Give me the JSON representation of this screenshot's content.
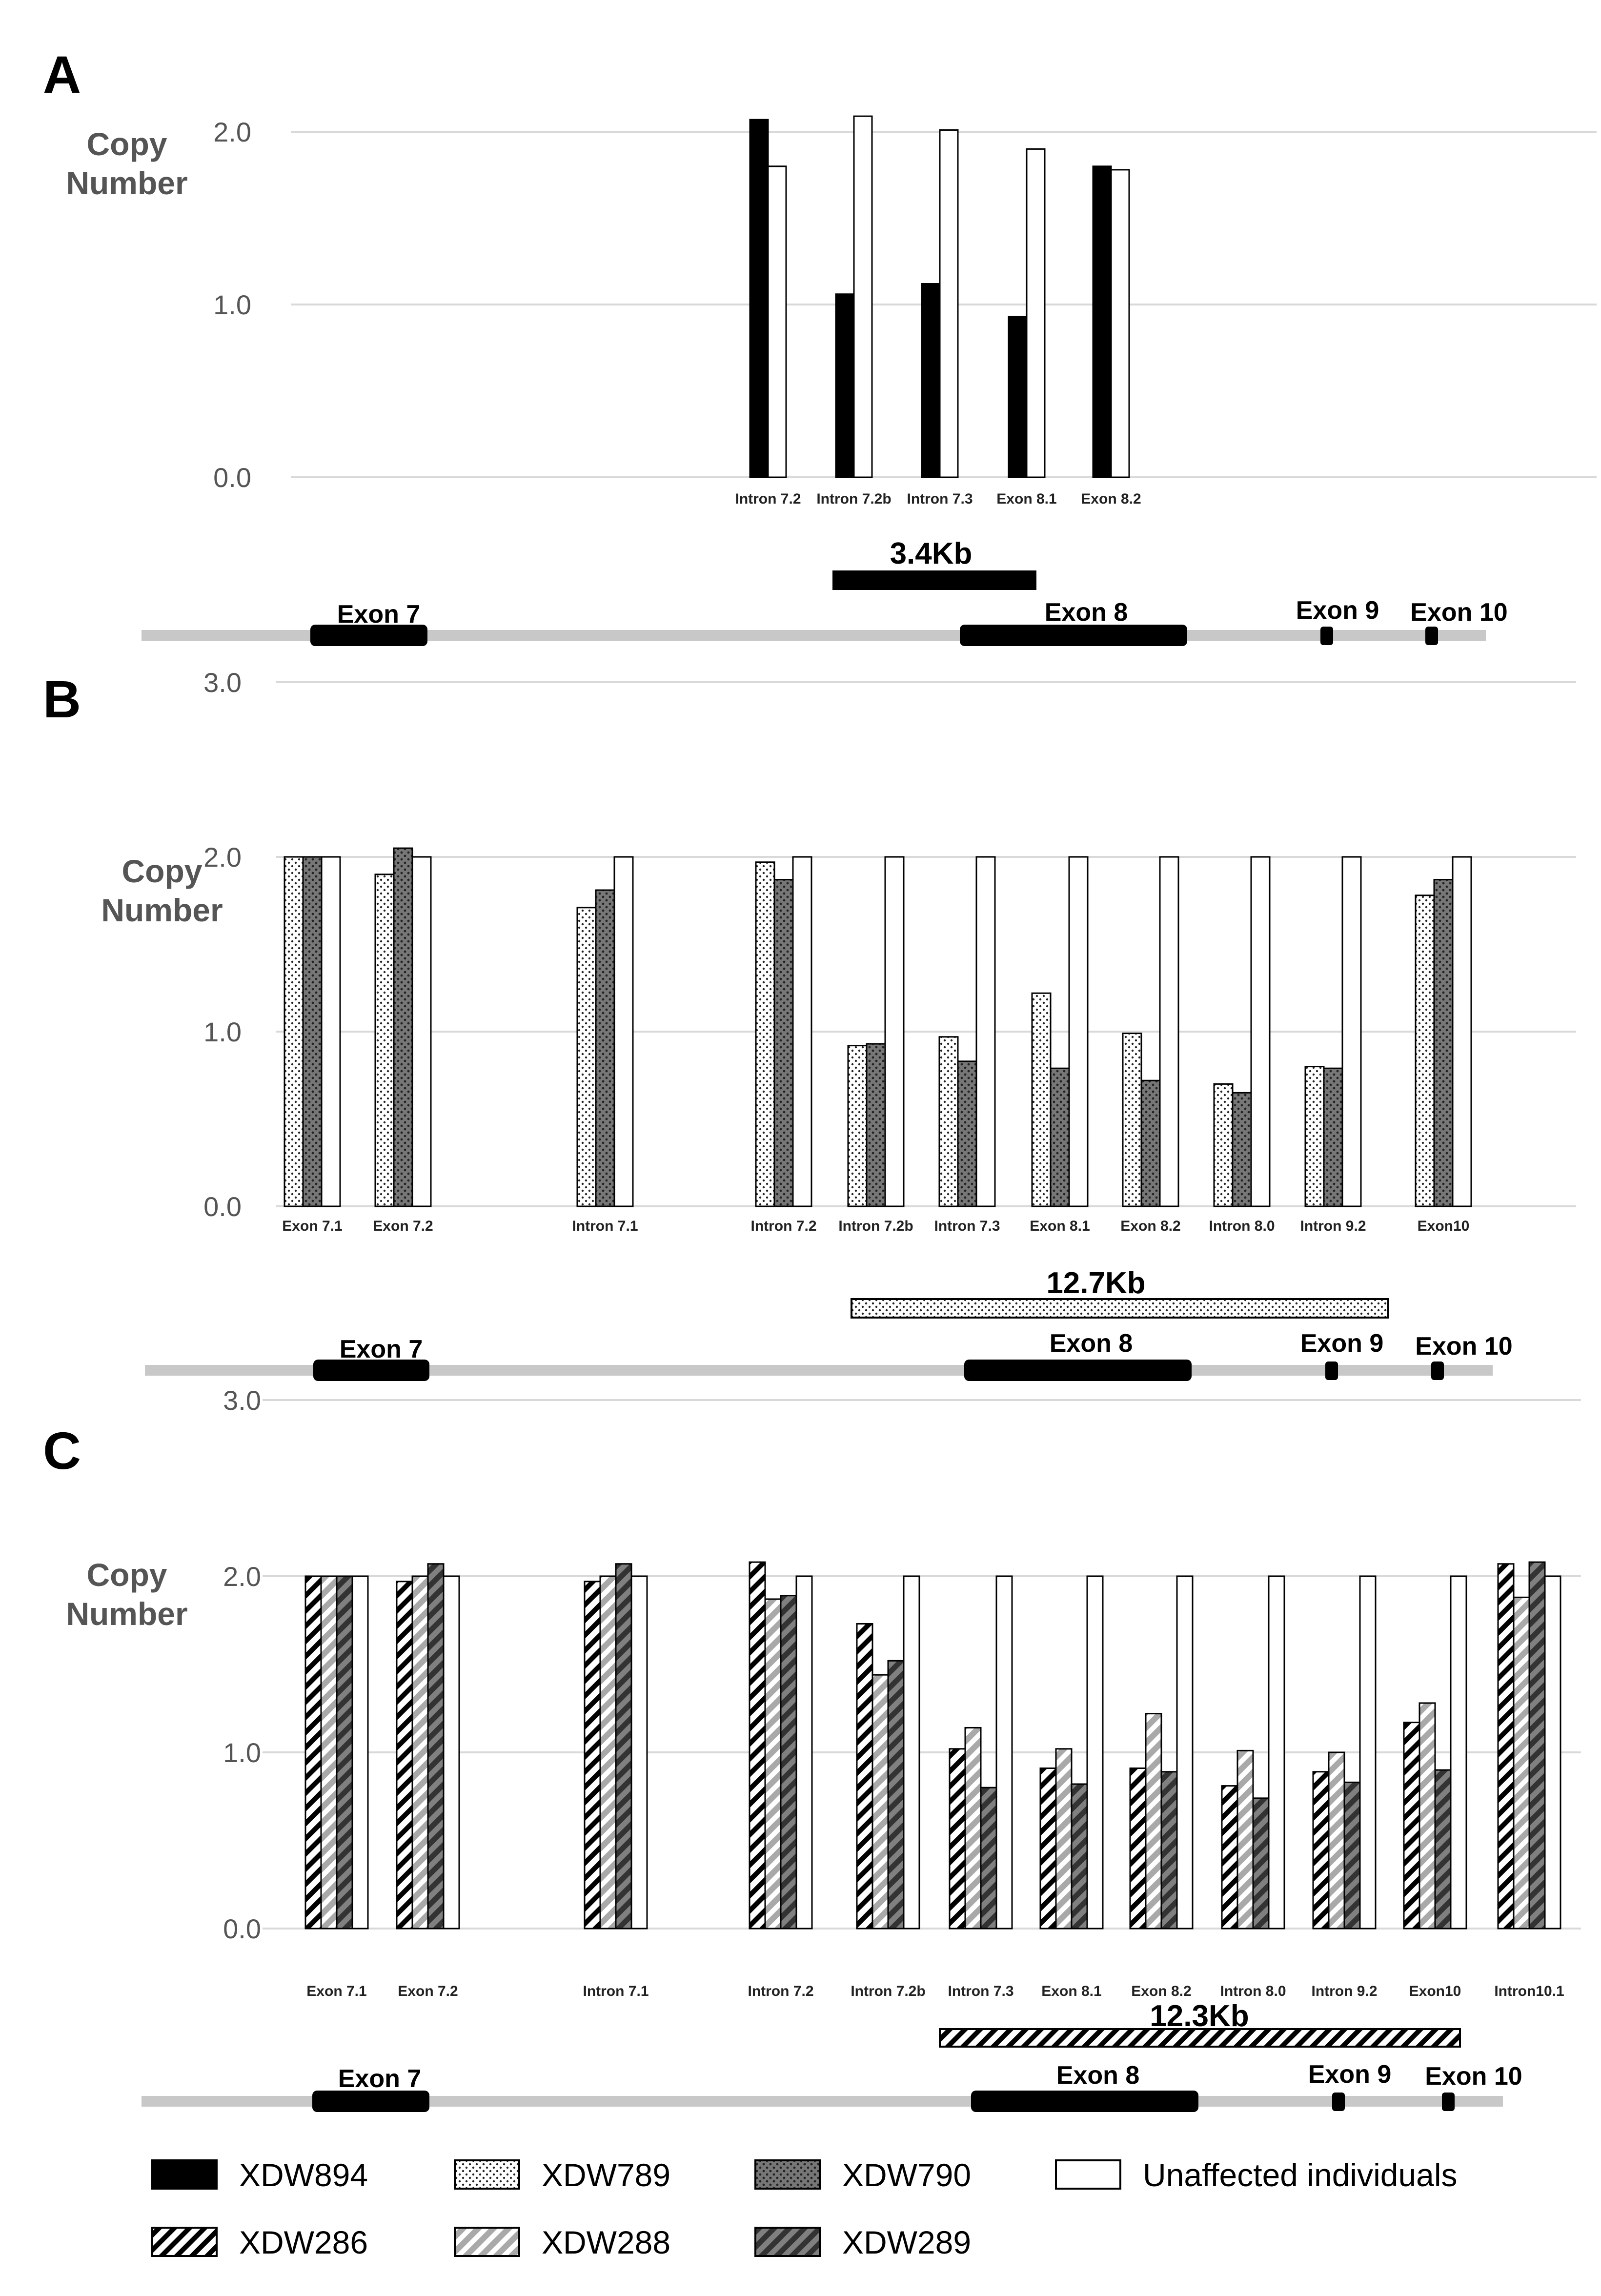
{
  "panels": [
    {
      "label": "A",
      "ylabel": [
        "Copy",
        "Number"
      ],
      "yticks": [
        "0.0",
        "1.0",
        "2.0"
      ],
      "ylim": [
        0,
        2.0
      ],
      "categories": [
        "Intron 7.2",
        "Intron 7.2b",
        "Intron 7.3",
        "Exon 8.1",
        "Exon 8.2"
      ],
      "series": [
        {
          "name": "XDW894",
          "style": "solid-black",
          "values": [
            2.07,
            1.06,
            1.12,
            0.93,
            1.8
          ]
        },
        {
          "name": "Unaffected individuals",
          "style": "white",
          "values": [
            1.8,
            2.09,
            2.01,
            1.9,
            1.78
          ]
        }
      ],
      "span_label": "3.4Kb",
      "gene_features": [
        "Exon 7",
        "Exon 8",
        "Exon 9",
        "Exon 10"
      ]
    },
    {
      "label": "B",
      "ylabel": [
        "Copy",
        "Number"
      ],
      "yticks": [
        "0.0",
        "1.0",
        "2.0",
        "3.0"
      ],
      "ylim": [
        0,
        3.0
      ],
      "categories": [
        "Exon 7.1",
        "Exon 7.2",
        "Intron 7.1",
        "Intron 7.2",
        "Intron  7.2b",
        "Intron 7.3",
        "Exon 8.1",
        "Exon 8.2",
        "Intron 8.0",
        "Intron 9.2",
        "Exon10"
      ],
      "series": [
        {
          "name": "XDW789",
          "style": "dots-light",
          "values": [
            2.0,
            1.9,
            1.71,
            1.97,
            0.92,
            0.97,
            1.22,
            0.99,
            0.7,
            0.8,
            1.78
          ]
        },
        {
          "name": "XDW790",
          "style": "dots-dark",
          "values": [
            2.0,
            2.05,
            1.81,
            1.87,
            0.93,
            0.83,
            0.79,
            0.72,
            0.65,
            0.79,
            1.87
          ]
        },
        {
          "name": "Unaffected individuals",
          "style": "white",
          "values": [
            2.0,
            2.0,
            2.0,
            2.0,
            2.0,
            2.0,
            2.0,
            2.0,
            2.0,
            2.0,
            2.0
          ]
        }
      ],
      "span_label": "12.7Kb",
      "gene_features": [
        "Exon 7",
        "Exon 8",
        "Exon 9",
        "Exon 10"
      ]
    },
    {
      "label": "C",
      "ylabel": [
        "Copy",
        "Number"
      ],
      "yticks": [
        "0.0",
        "1.0",
        "2.0",
        "3.0"
      ],
      "ylim": [
        0,
        3.0
      ],
      "categories": [
        "Exon 7.1",
        "Exon 7.2",
        "Intron 7.1",
        "Intron 7.2",
        "Intron 7.2b",
        "Intron 7.3",
        "Exon 8.1",
        "Exon 8.2",
        "Intron 8.0",
        "Intron 9.2",
        "Exon10",
        "Intron10.1"
      ],
      "series": [
        {
          "name": "XDW286",
          "style": "hatch-white",
          "values": [
            2.0,
            1.97,
            1.97,
            2.08,
            1.73,
            1.02,
            0.91,
            0.91,
            0.81,
            0.89,
            1.17,
            2.07
          ]
        },
        {
          "name": "XDW288",
          "style": "hatch-light",
          "values": [
            2.0,
            2.0,
            2.0,
            1.87,
            1.44,
            1.14,
            1.02,
            1.22,
            1.01,
            1.0,
            1.28,
            1.88
          ]
        },
        {
          "name": "XDW289",
          "style": "hatch-dark",
          "values": [
            2.0,
            2.07,
            2.07,
            1.89,
            1.52,
            0.8,
            0.82,
            0.89,
            0.74,
            0.83,
            0.9,
            2.08
          ]
        },
        {
          "name": "Unaffected individuals",
          "style": "white",
          "values": [
            2.0,
            2.0,
            2.0,
            2.0,
            2.0,
            2.0,
            2.0,
            2.0,
            2.0,
            2.0,
            2.0,
            2.0
          ]
        }
      ],
      "span_label": "12.3Kb",
      "gene_features": [
        "Exon 7",
        "Exon 8",
        "Exon 9",
        "Exon 10"
      ]
    }
  ],
  "legend": [
    {
      "name": "XDW894",
      "style": "solid-black"
    },
    {
      "name": "XDW789",
      "style": "dots-light"
    },
    {
      "name": "XDW790",
      "style": "dots-dark"
    },
    {
      "name": "Unaffected individuals",
      "style": "white"
    },
    {
      "name": "XDW286",
      "style": "hatch-white"
    },
    {
      "name": "XDW288",
      "style": "hatch-light"
    },
    {
      "name": "XDW289",
      "style": "hatch-dark"
    }
  ],
  "chart_data": [
    {
      "type": "bar",
      "ylabel": "Copy Number",
      "ylim": [
        0,
        2.0
      ],
      "categories": [
        "Intron 7.2",
        "Intron 7.2b",
        "Intron 7.3",
        "Exon 8.1",
        "Exon 8.2"
      ],
      "series": [
        {
          "name": "XDW894",
          "values": [
            2.07,
            1.06,
            1.12,
            0.93,
            1.8
          ]
        },
        {
          "name": "Unaffected individuals",
          "values": [
            1.8,
            2.09,
            2.01,
            1.9,
            1.78
          ]
        }
      ]
    },
    {
      "type": "bar",
      "ylabel": "Copy Number",
      "ylim": [
        0,
        3.0
      ],
      "categories": [
        "Exon 7.1",
        "Exon 7.2",
        "Intron 7.1",
        "Intron 7.2",
        "Intron  7.2b",
        "Intron 7.3",
        "Exon 8.1",
        "Exon 8.2",
        "Intron 8.0",
        "Intron 9.2",
        "Exon10"
      ],
      "series": [
        {
          "name": "XDW789",
          "values": [
            2.0,
            1.9,
            1.71,
            1.97,
            0.92,
            0.97,
            1.22,
            0.99,
            0.7,
            0.8,
            1.78
          ]
        },
        {
          "name": "XDW790",
          "values": [
            2.0,
            2.05,
            1.81,
            1.87,
            0.93,
            0.83,
            0.79,
            0.72,
            0.65,
            0.79,
            1.87
          ]
        },
        {
          "name": "Unaffected individuals",
          "values": [
            2.0,
            2.0,
            2.0,
            2.0,
            2.0,
            2.0,
            2.0,
            2.0,
            2.0,
            2.0,
            2.0
          ]
        }
      ]
    },
    {
      "type": "bar",
      "ylabel": "Copy Number",
      "ylim": [
        0,
        3.0
      ],
      "categories": [
        "Exon 7.1",
        "Exon 7.2",
        "Intron 7.1",
        "Intron 7.2",
        "Intron 7.2b",
        "Intron 7.3",
        "Exon 8.1",
        "Exon 8.2",
        "Intron 8.0",
        "Intron 9.2",
        "Exon10",
        "Intron10.1"
      ],
      "series": [
        {
          "name": "XDW286",
          "values": [
            2.0,
            1.97,
            1.97,
            2.08,
            1.73,
            1.02,
            0.91,
            0.91,
            0.81,
            0.89,
            1.17,
            2.07
          ]
        },
        {
          "name": "XDW288",
          "values": [
            2.0,
            2.0,
            2.0,
            1.87,
            1.44,
            1.14,
            1.02,
            1.22,
            1.01,
            1.0,
            1.28,
            1.88
          ]
        },
        {
          "name": "XDW289",
          "values": [
            2.0,
            2.07,
            2.07,
            1.89,
            1.52,
            0.8,
            0.82,
            0.89,
            0.74,
            0.83,
            0.9,
            2.08
          ]
        },
        {
          "name": "Unaffected individuals",
          "values": [
            2.0,
            2.0,
            2.0,
            2.0,
            2.0,
            2.0,
            2.0,
            2.0,
            2.0,
            2.0,
            2.0,
            2.0
          ]
        }
      ]
    }
  ]
}
